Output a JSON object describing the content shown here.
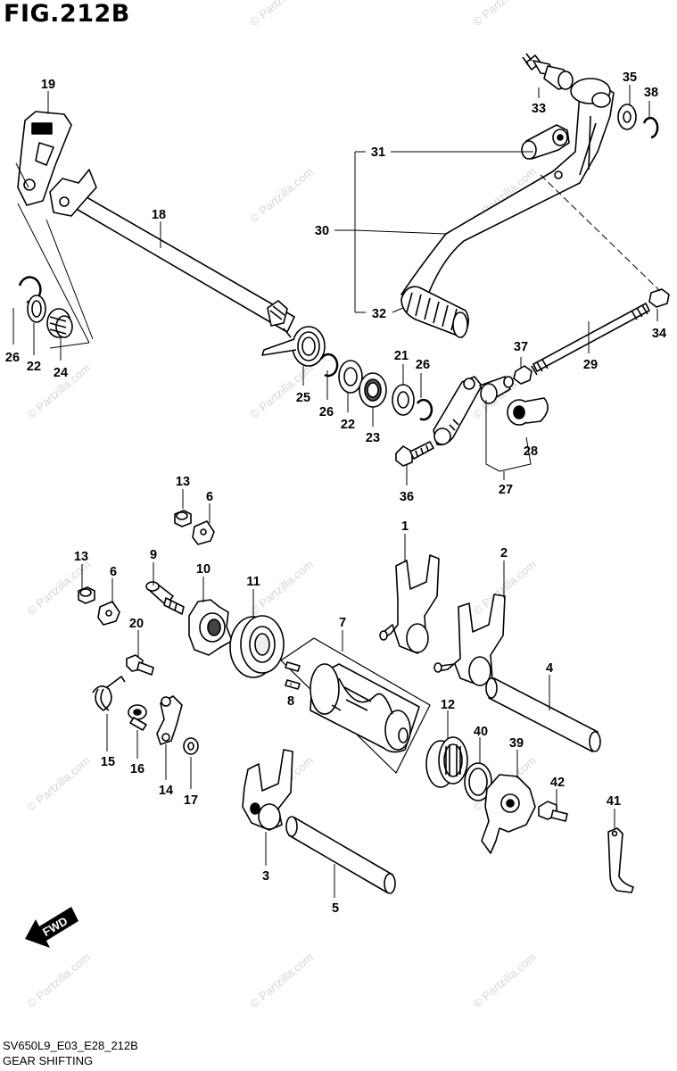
{
  "figure": {
    "title": "FIG.212B",
    "code": "SV650L9_E03_E28_212B",
    "caption": "GEAR SHIFTING"
  },
  "watermark": "© Partzilla.com",
  "fwd_label": "FWD",
  "part_numbers": [
    "1",
    "2",
    "3",
    "4",
    "5",
    "6",
    "7",
    "8",
    "9",
    "10",
    "11",
    "12",
    "13",
    "14",
    "15",
    "16",
    "17",
    "18",
    "19",
    "20",
    "21",
    "22",
    "23",
    "24",
    "25",
    "26",
    "27",
    "28",
    "29",
    "30",
    "31",
    "32",
    "33",
    "34",
    "35",
    "36",
    "37",
    "38",
    "39",
    "40",
    "41",
    "42"
  ],
  "callouts": [
    {
      "id": "19",
      "text": "19"
    },
    {
      "id": "18",
      "text": "18"
    },
    {
      "id": "26a",
      "text": "26"
    },
    {
      "id": "22a",
      "text": "22"
    },
    {
      "id": "24",
      "text": "24"
    },
    {
      "id": "25",
      "text": "25"
    },
    {
      "id": "26b",
      "text": "26"
    },
    {
      "id": "22b",
      "text": "22"
    },
    {
      "id": "23",
      "text": "23"
    },
    {
      "id": "21",
      "text": "21"
    },
    {
      "id": "26c",
      "text": "26"
    },
    {
      "id": "36",
      "text": "36"
    },
    {
      "id": "27",
      "text": "27"
    },
    {
      "id": "28",
      "text": "28"
    },
    {
      "id": "37",
      "text": "37"
    },
    {
      "id": "29",
      "text": "29"
    },
    {
      "id": "34",
      "text": "34"
    },
    {
      "id": "30",
      "text": "30"
    },
    {
      "id": "31",
      "text": "31"
    },
    {
      "id": "32",
      "text": "32"
    },
    {
      "id": "33",
      "text": "33"
    },
    {
      "id": "35",
      "text": "35"
    },
    {
      "id": "38",
      "text": "38"
    },
    {
      "id": "13a",
      "text": "13"
    },
    {
      "id": "6a",
      "text": "6"
    },
    {
      "id": "13b",
      "text": "13"
    },
    {
      "id": "6b",
      "text": "6"
    },
    {
      "id": "9",
      "text": "9"
    },
    {
      "id": "10",
      "text": "10"
    },
    {
      "id": "11",
      "text": "11"
    },
    {
      "id": "7",
      "text": "7"
    },
    {
      "id": "8",
      "text": "8"
    },
    {
      "id": "1",
      "text": "1"
    },
    {
      "id": "2",
      "text": "2"
    },
    {
      "id": "4",
      "text": "4"
    },
    {
      "id": "20",
      "text": "20"
    },
    {
      "id": "15",
      "text": "15"
    },
    {
      "id": "16",
      "text": "16"
    },
    {
      "id": "14",
      "text": "14"
    },
    {
      "id": "17",
      "text": "17"
    },
    {
      "id": "3",
      "text": "3"
    },
    {
      "id": "5",
      "text": "5"
    },
    {
      "id": "12",
      "text": "12"
    },
    {
      "id": "40",
      "text": "40"
    },
    {
      "id": "39",
      "text": "39"
    },
    {
      "id": "42",
      "text": "42"
    },
    {
      "id": "41",
      "text": "41"
    }
  ]
}
